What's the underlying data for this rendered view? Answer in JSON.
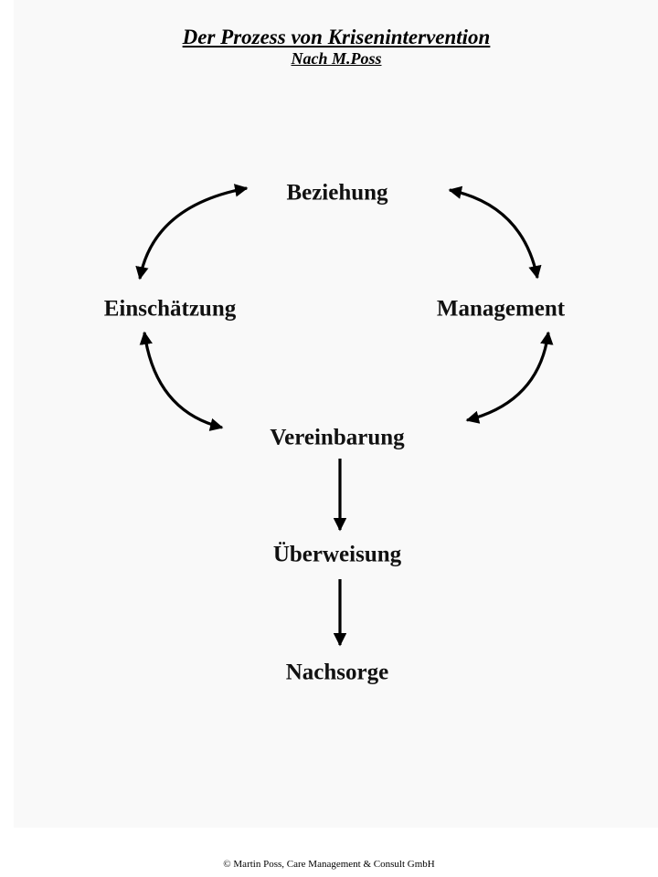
{
  "title": "Der Prozess von Krisenintervention",
  "subtitle": "Nach M.Poss",
  "nodes": {
    "beziehung": "Beziehung",
    "einschaetzung": "Einschätzung",
    "management": "Management",
    "vereinbarung": "Vereinbarung",
    "ueberweisung": "Überweisung",
    "nachsorge": "Nachsorge"
  },
  "edges": [
    {
      "from": "Beziehung",
      "to": "Einschätzung",
      "bidirectional": true
    },
    {
      "from": "Beziehung",
      "to": "Management",
      "bidirectional": true
    },
    {
      "from": "Einschätzung",
      "to": "Vereinbarung",
      "bidirectional": true
    },
    {
      "from": "Management",
      "to": "Vereinbarung",
      "bidirectional": true
    },
    {
      "from": "Vereinbarung",
      "to": "Überweisung",
      "bidirectional": false
    },
    {
      "from": "Überweisung",
      "to": "Nachsorge",
      "bidirectional": false
    }
  ],
  "footer": "© Martin Poss, Care Management & Consult GmbH"
}
